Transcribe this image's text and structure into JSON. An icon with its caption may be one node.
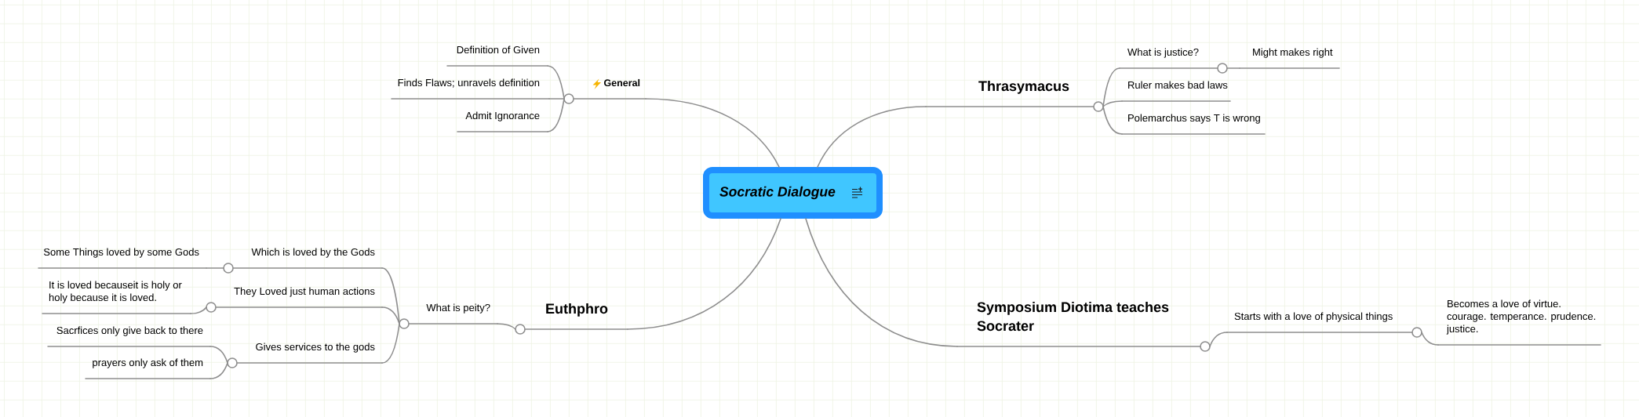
{
  "diagram": {
    "nodes": [
      {
        "text": [
          "Socratic Dialogue"
        ]
      },
      {
        "text": [
          "General"
        ]
      },
      {
        "text": [
          "Definition of Given"
        ]
      },
      {
        "text": [
          "Finds Flaws; unravels definition"
        ]
      },
      {
        "text": [
          "Admit Ignorance"
        ]
      },
      {
        "text": [
          "Thrasymacus"
        ]
      },
      {
        "text": [
          "What is justice?"
        ]
      },
      {
        "text": [
          "Might makes right"
        ]
      },
      {
        "text": [
          "Ruler makes bad laws"
        ]
      },
      {
        "text": [
          "Polemarchus says T is wrong"
        ]
      },
      {
        "text": [
          "Euthphro"
        ]
      },
      {
        "text": [
          "What is peity?"
        ]
      },
      {
        "text": [
          "Which is loved by the Gods"
        ]
      },
      {
        "text": [
          "Some Things loved by some Gods"
        ]
      },
      {
        "text": [
          "They Loved just human actions"
        ]
      },
      {
        "text": [
          "It is loved becauseit is holy or holy because it is loved."
        ]
      },
      {
        "text": [
          "Gives services to the gods"
        ]
      },
      {
        "text": [
          "Sacrfices only give back to there"
        ]
      },
      {
        "text": [
          "prayers only ask of them"
        ]
      },
      {
        "text": [
          "Symposium Diotima teaches Socrater"
        ]
      },
      {
        "text": [
          "Starts with a love of physical things"
        ]
      },
      {
        "text": [
          "Becomes a love of virtue. courage. temperance. prudence. justice."
        ]
      }
    ],
    "edges": [
      {
        "from": 0,
        "to": 1,
        "arrow": "none"
      },
      {
        "from": 1,
        "to": 2,
        "arrow": "none"
      },
      {
        "from": 1,
        "to": 3,
        "arrow": "none"
      },
      {
        "from": 1,
        "to": 4,
        "arrow": "none"
      },
      {
        "from": 0,
        "to": 5,
        "arrow": "none"
      },
      {
        "from": 5,
        "to": 6,
        "arrow": "none"
      },
      {
        "from": 6,
        "to": 7,
        "arrow": "none"
      },
      {
        "from": 5,
        "to": 8,
        "arrow": "none"
      },
      {
        "from": 5,
        "to": 9,
        "arrow": "none"
      },
      {
        "from": 0,
        "to": 10,
        "arrow": "none"
      },
      {
        "from": 10,
        "to": 11,
        "arrow": "none"
      },
      {
        "from": 11,
        "to": 12,
        "arrow": "none"
      },
      {
        "from": 12,
        "to": 13,
        "arrow": "none"
      },
      {
        "from": 11,
        "to": 14,
        "arrow": "none"
      },
      {
        "from": 14,
        "to": 15,
        "arrow": "none"
      },
      {
        "from": 11,
        "to": 16,
        "arrow": "none"
      },
      {
        "from": 16,
        "to": 17,
        "arrow": "none"
      },
      {
        "from": 16,
        "to": 18,
        "arrow": "none"
      },
      {
        "from": 0,
        "to": 19,
        "arrow": "none"
      },
      {
        "from": 19,
        "to": 20,
        "arrow": "none"
      },
      {
        "from": 20,
        "to": 21,
        "arrow": "none"
      }
    ]
  }
}
